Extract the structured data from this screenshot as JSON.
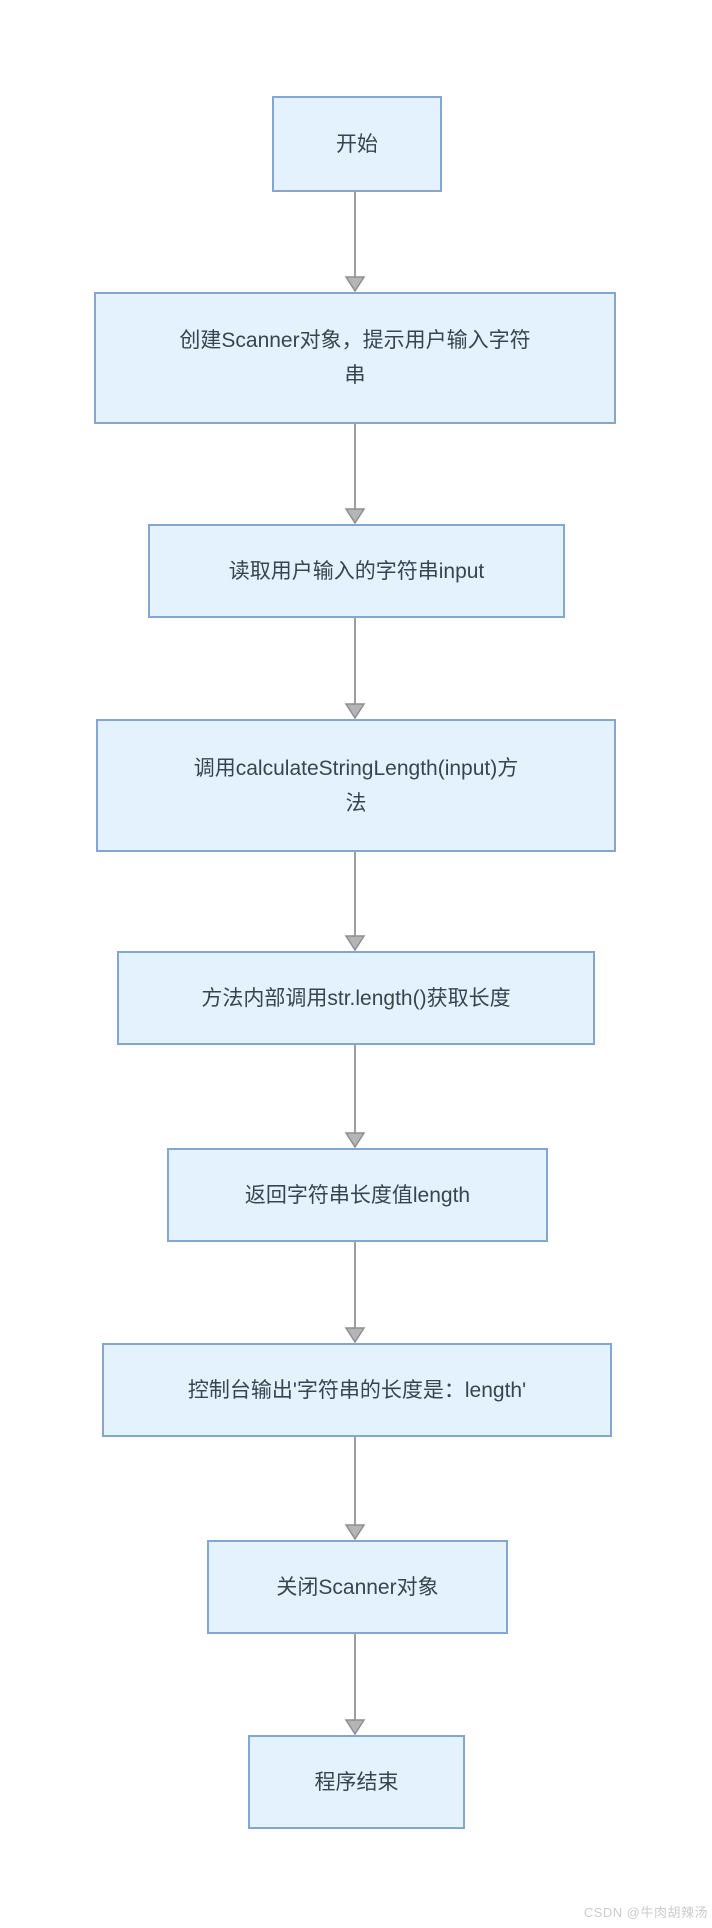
{
  "flowchart": {
    "description": "Java string length program flowchart",
    "nodes": [
      {
        "id": "start",
        "label": "开始"
      },
      {
        "id": "create-scanner",
        "label": "创建Scanner对象，提示用户输入字符\n串"
      },
      {
        "id": "read-input",
        "label": "读取用户输入的字符串input"
      },
      {
        "id": "call-method",
        "label": "调用calculateStringLength(input)方\n法"
      },
      {
        "id": "string-length",
        "label": "方法内部调用str.length()获取长度"
      },
      {
        "id": "return-length",
        "label": "返回字符串长度值length"
      },
      {
        "id": "console-output",
        "label": "控制台输出'字符串的长度是：length'"
      },
      {
        "id": "close-scanner",
        "label": "关闭Scanner对象"
      },
      {
        "id": "end",
        "label": "程序结束"
      }
    ],
    "colors": {
      "node_fill": "#e4f2fd",
      "node_border": "#85a6d3",
      "arrow_line": "#9e9e9e",
      "arrow_head_fill": "#b5b5b5",
      "arrow_head_stroke": "#8f8f8f",
      "text": "#36454e",
      "background": "#ffffff",
      "watermark": "#cbcbcb"
    }
  },
  "watermark": {
    "text": "CSDN @牛肉胡辣汤"
  }
}
